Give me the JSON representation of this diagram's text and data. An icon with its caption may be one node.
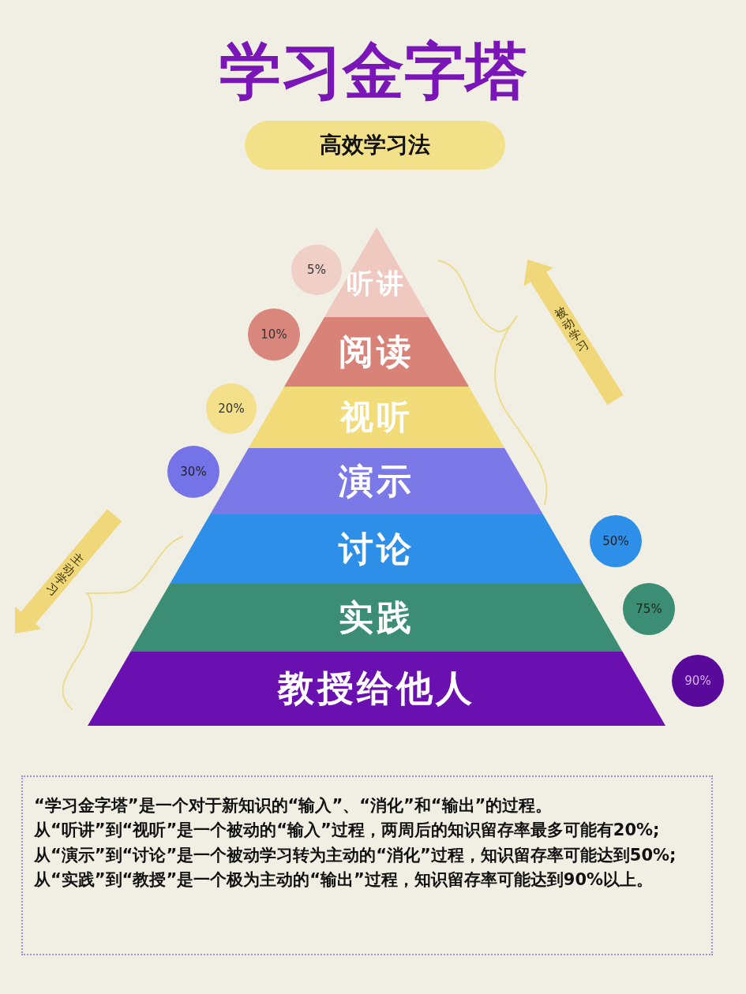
{
  "diagram": {
    "title": "学习金字塔",
    "nodes": [
      {
        "text": [
          "高效学习法"
        ]
      },
      {
        "text": [
          "听讲"
        ]
      },
      {
        "text": [
          "阅读"
        ]
      },
      {
        "text": [
          "视听"
        ]
      },
      {
        "text": [
          "演示"
        ]
      },
      {
        "text": [
          "讨论"
        ]
      },
      {
        "text": [
          "实践"
        ]
      },
      {
        "text": [
          "教授给他人"
        ]
      },
      {
        "text": [
          "5%"
        ]
      },
      {
        "text": [
          "10%"
        ]
      },
      {
        "text": [
          "20%"
        ]
      },
      {
        "text": [
          "30%"
        ]
      },
      {
        "text": [
          "50%"
        ]
      },
      {
        "text": [
          "75%"
        ]
      },
      {
        "text": [
          "90%"
        ]
      },
      {
        "text": [
          "被动学习"
        ]
      },
      {
        "text": [
          "主动学习"
        ]
      },
      {
        "text": [
          "“学习金字塔”是一个对于新知识的“输入”、“消化”和“输出”的过程。",
          "从“听讲”到“视听”是一个被动的“输入”过程，两周后的知识留存率最多可能有20%;",
          "从“演示”到“讨论”是一个被动学习转为主动的“消化”过程，知识留存率可能达到50%;",
          "从“实践”到“教授”是一个极为主动的“输出”过程，知识留存率可能达到90%以上。"
        ]
      }
    ]
  }
}
